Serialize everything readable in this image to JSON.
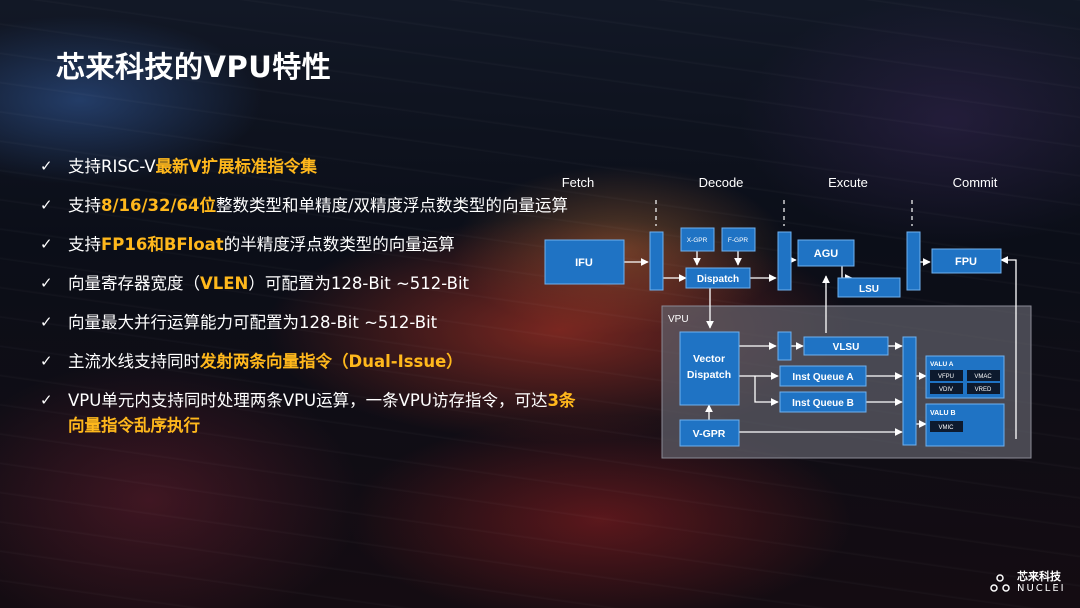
{
  "slide": {
    "title": "芯来科技的VPU特性",
    "bullets": [
      {
        "check": "✓",
        "pre": "支持RISC-V",
        "hl": "最新V扩展标准指令集",
        "post": ""
      },
      {
        "check": "✓",
        "pre": "支持",
        "hl": "8/16/32/64位",
        "post": "整数类型和单精度/双精度浮点数类型的向量运算"
      },
      {
        "check": "✓",
        "pre": "支持",
        "hl": "FP16和BFloat",
        "post": "的半精度浮点数类型的向量运算"
      },
      {
        "check": "✓",
        "pre": "向量寄存器宽度（",
        "hl": "VLEN",
        "post": "）可配置为128-Bit ~512-Bit"
      },
      {
        "check": "✓",
        "pre": "向量最大并行运算能力可配置为128-Bit ~512-Bit",
        "hl": "",
        "post": ""
      },
      {
        "check": "✓",
        "pre": "主流水线支持同时",
        "hl": "发射两条向量指令（Dual-Issue）",
        "post": ""
      },
      {
        "check": "✓",
        "pre": "VPU单元内支持同时处理两条VPU运算，一条VPU访存指令，可达",
        "hl": "3条向量指令乱序执行",
        "post": ""
      }
    ]
  },
  "diagram": {
    "stages": [
      "Fetch",
      "Decode",
      "Excute",
      "Commit"
    ],
    "blocks": {
      "ifu": "IFU",
      "xgpr": "X-GPR",
      "fgpr": "F-GPR",
      "dispatch": "Dispatch",
      "agu": "AGU",
      "lsu": "LSU",
      "fpu": "FPU",
      "vpu": "VPU",
      "vector_dispatch_1": "Vector",
      "vector_dispatch_2": "Dispatch",
      "vgpr": "V-GPR",
      "vlsu": "VLSU",
      "iq_a": "Inst Queue A",
      "iq_b": "Inst Queue B",
      "valu_a": "VALU A",
      "vfpu": "VFPU",
      "vmac": "VMAC",
      "vdiv": "VDIV",
      "vred": "VRED",
      "valu_b": "VALU B",
      "vmic": "VMIC"
    }
  },
  "brand": {
    "name_zh": "芯来科技",
    "name_en": "NUCLEI"
  },
  "colors": {
    "accent": "#ffb81c",
    "block_blue": "#1f73c4",
    "block_border": "#6fb0ee"
  }
}
